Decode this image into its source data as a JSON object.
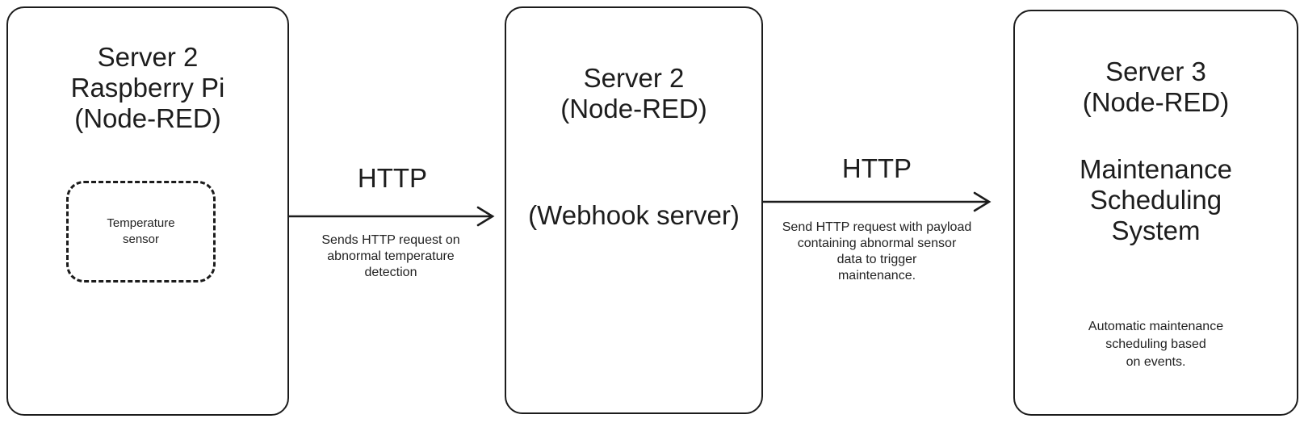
{
  "diagram": {
    "type": "flow-diagram",
    "background": "#ffffff",
    "stroke_color": "#1c1c1c"
  },
  "nodes": [
    {
      "id": "server2-rpi",
      "title": "Server 2\nRaspberry Pi\n(Node-RED)",
      "inner": {
        "id": "temperature-sensor",
        "label": "Temperature\nsensor",
        "style": "dashed"
      }
    },
    {
      "id": "server2-webhook",
      "title": "Server 2\n(Node-RED)",
      "subtitle": "(Webhook server)"
    },
    {
      "id": "server3-maintenance",
      "title": "Server 3\n(Node-RED)",
      "subtitle": "Maintenance\nScheduling\nSystem",
      "caption": "Automatic maintenance\nscheduling based\non events."
    }
  ],
  "edges": [
    {
      "id": "edge-rpi-to-webhook",
      "label": "HTTP",
      "caption": "Sends HTTP request on\nabnormal temperature\ndetection",
      "from": "server2-rpi",
      "to": "server2-webhook",
      "arrowhead": "open-arrow-icon"
    },
    {
      "id": "edge-webhook-to-maintenance",
      "label": "HTTP",
      "caption": "Send HTTP request with payload\ncontaining abnormal sensor\ndata to trigger\nmaintenance.",
      "from": "server2-webhook",
      "to": "server3-maintenance",
      "arrowhead": "open-arrow-icon"
    }
  ]
}
